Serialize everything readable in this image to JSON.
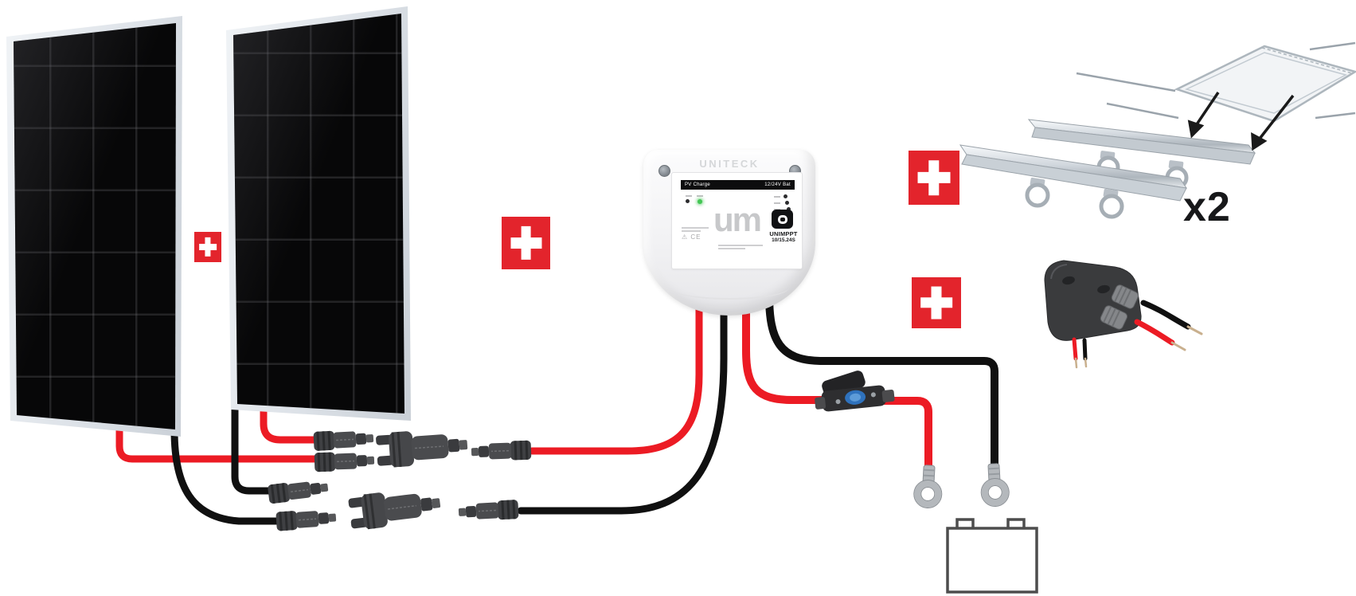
{
  "labels": {
    "quantity": "x2"
  },
  "controller": {
    "brand": "UNITECK",
    "logo": "um",
    "strip_left": "PV Charge",
    "strip_right": "12/24V Bat",
    "model": "UNIMPPT",
    "model_code": "10/15.24S",
    "warning_mark": "⚠",
    "ce_mark": "CE"
  },
  "components": [
    "solar-panel-left",
    "solar-panel-right",
    "plus-separator-1",
    "plus-separator-2",
    "plus-separator-3",
    "plus-separator-4",
    "mppt-charge-controller",
    "mc4-connector-pair-red",
    "mc4-connector-pair-black",
    "mc4-y-branch-red",
    "mc4-y-branch-black",
    "mc4-output-red",
    "mc4-output-black",
    "mounting-bracket-rails",
    "ghost-panel-sketch",
    "cable-entry-gland",
    "inline-fuse-holder",
    "ring-terminal-positive",
    "ring-terminal-negative",
    "battery-outline"
  ],
  "colors": {
    "plus_red": "#e3242c",
    "wire_red": "#ec1b24",
    "wire_black": "#101010",
    "panel_cell_black": "#070708",
    "panel_frame": "#dde2e8",
    "controller_body": "#f2f2f4",
    "rail_silver": "#d3d9df",
    "gland_gray": "#3a3b3d",
    "fuse_blue": "#2f72bd",
    "terminal_silver": "#b4b8bc",
    "battery_outline": "#4d4d4d",
    "led_green": "#43c654"
  }
}
